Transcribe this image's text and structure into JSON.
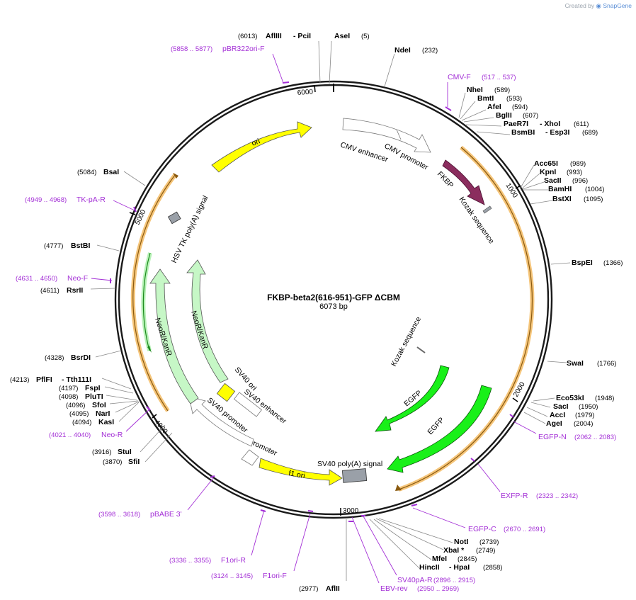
{
  "credit": {
    "prefix": "Created by",
    "brand": "SnapGene"
  },
  "plasmid": {
    "name": "FKBP-beta2(616-951)-GFP ΔCBM",
    "size": "6073 bp"
  },
  "ticks": [
    "1000",
    "2000",
    "3000",
    "4000",
    "5000",
    "6000"
  ],
  "enzymes": [
    {
      "name": "AflIII",
      "pos": "(6013)",
      "extra": "- PciI"
    },
    {
      "name": "AseI",
      "pos": "(5)"
    },
    {
      "name": "NdeI",
      "pos": "(232)"
    },
    {
      "name": "NheI",
      "pos": "(589)"
    },
    {
      "name": "BmtI",
      "pos": "(593)"
    },
    {
      "name": "AfeI",
      "pos": "(594)"
    },
    {
      "name": "BglII",
      "pos": "(607)"
    },
    {
      "name": "PaeR7I",
      "pos": "(611)",
      "extra": "- XhoI"
    },
    {
      "name": "BsmBI",
      "pos": "(689)",
      "extra": "- Esp3I"
    },
    {
      "name": "Acc65I",
      "pos": "(989)"
    },
    {
      "name": "KpnI",
      "pos": "(993)"
    },
    {
      "name": "SacII",
      "pos": "(996)"
    },
    {
      "name": "BamHI",
      "pos": "(1004)"
    },
    {
      "name": "BstXI",
      "pos": "(1095)"
    },
    {
      "name": "BspEI",
      "pos": "(1366)"
    },
    {
      "name": "SwaI",
      "pos": "(1766)"
    },
    {
      "name": "Eco53kI",
      "pos": "(1948)"
    },
    {
      "name": "SacI",
      "pos": "(1950)"
    },
    {
      "name": "AccI",
      "pos": "(1979)"
    },
    {
      "name": "AgeI",
      "pos": "(2004)"
    },
    {
      "name": "NotI",
      "pos": "(2739)"
    },
    {
      "name": "XbaI *",
      "pos": "(2749)"
    },
    {
      "name": "MfeI",
      "pos": "(2845)"
    },
    {
      "name": "HincII",
      "pos": "(2858)",
      "extra": "- HpaI"
    },
    {
      "name": "AflII",
      "pos": "(2977)"
    },
    {
      "name": "SfiI",
      "pos": "(3870)"
    },
    {
      "name": "StuI",
      "pos": "(3916)"
    },
    {
      "name": "KasI",
      "pos": "(4094)"
    },
    {
      "name": "NarI",
      "pos": "(4095)"
    },
    {
      "name": "SfoI",
      "pos": "(4096)"
    },
    {
      "name": "PluTI",
      "pos": "(4098)"
    },
    {
      "name": "FspI",
      "pos": "(4197)"
    },
    {
      "name": "PflFI",
      "pos": "(4213)",
      "extra": "- Tth111I"
    },
    {
      "name": "BsrDI",
      "pos": "(4328)"
    },
    {
      "name": "RsrII",
      "pos": "(4611)"
    },
    {
      "name": "BstBI",
      "pos": "(4777)"
    },
    {
      "name": "BsaI",
      "pos": "(5084)"
    }
  ],
  "primers": [
    {
      "name": "pBR322ori-F",
      "range": "(5858 .. 5877)"
    },
    {
      "name": "CMV-F",
      "range": "(517 .. 537)"
    },
    {
      "name": "EGFP-N",
      "range": "(2062 .. 2083)"
    },
    {
      "name": "EXFP-R",
      "range": "(2323 .. 2342)"
    },
    {
      "name": "EGFP-C",
      "range": "(2670 .. 2691)"
    },
    {
      "name": "SV40pA-R",
      "range": "(2896 .. 2915)"
    },
    {
      "name": "EBV-rev",
      "range": "(2950 .. 2969)"
    },
    {
      "name": "F1ori-F",
      "range": "(3124 .. 3145)"
    },
    {
      "name": "F1ori-R",
      "range": "(3336 .. 3355)"
    },
    {
      "name": "pBABE 3'",
      "range": "(3598 .. 3618)"
    },
    {
      "name": "Neo-R",
      "range": "(4021 .. 4040)"
    },
    {
      "name": "Neo-F",
      "range": "(4631 .. 4650)"
    },
    {
      "name": "TK-pA-R",
      "range": "(4949 .. 4968)"
    }
  ],
  "features": {
    "cmv_enhancer": "CMV enhancer",
    "cmv_promoter": "CMV promoter",
    "fkbp": "FKBP",
    "kozak": "Kozak sequence",
    "egfp": "EGFP",
    "sv40_polya": "SV40 poly(A) signal",
    "f1_ori": "f1 ori",
    "ampr_promoter": "AmpR promoter",
    "sv40_promoter": "SV40 promoter",
    "sv40_ori": "SV40 ori",
    "sv40_enhancer": "SV40 enhancer",
    "neokanr": "NeoR/KanR",
    "hsv_tk": "HSV TK poly(A) signal",
    "ori": "ori"
  },
  "colors": {
    "backbone": "#1a1a1a",
    "primer": "#a32fd6",
    "orf": "#f5a21b",
    "ori": "#ffff00",
    "egfp": "#19f019",
    "fkbp": "#8b2d5e",
    "neo": "#c6f7c6",
    "polya": "#9aa0a8",
    "promoter": "#ffffff"
  }
}
